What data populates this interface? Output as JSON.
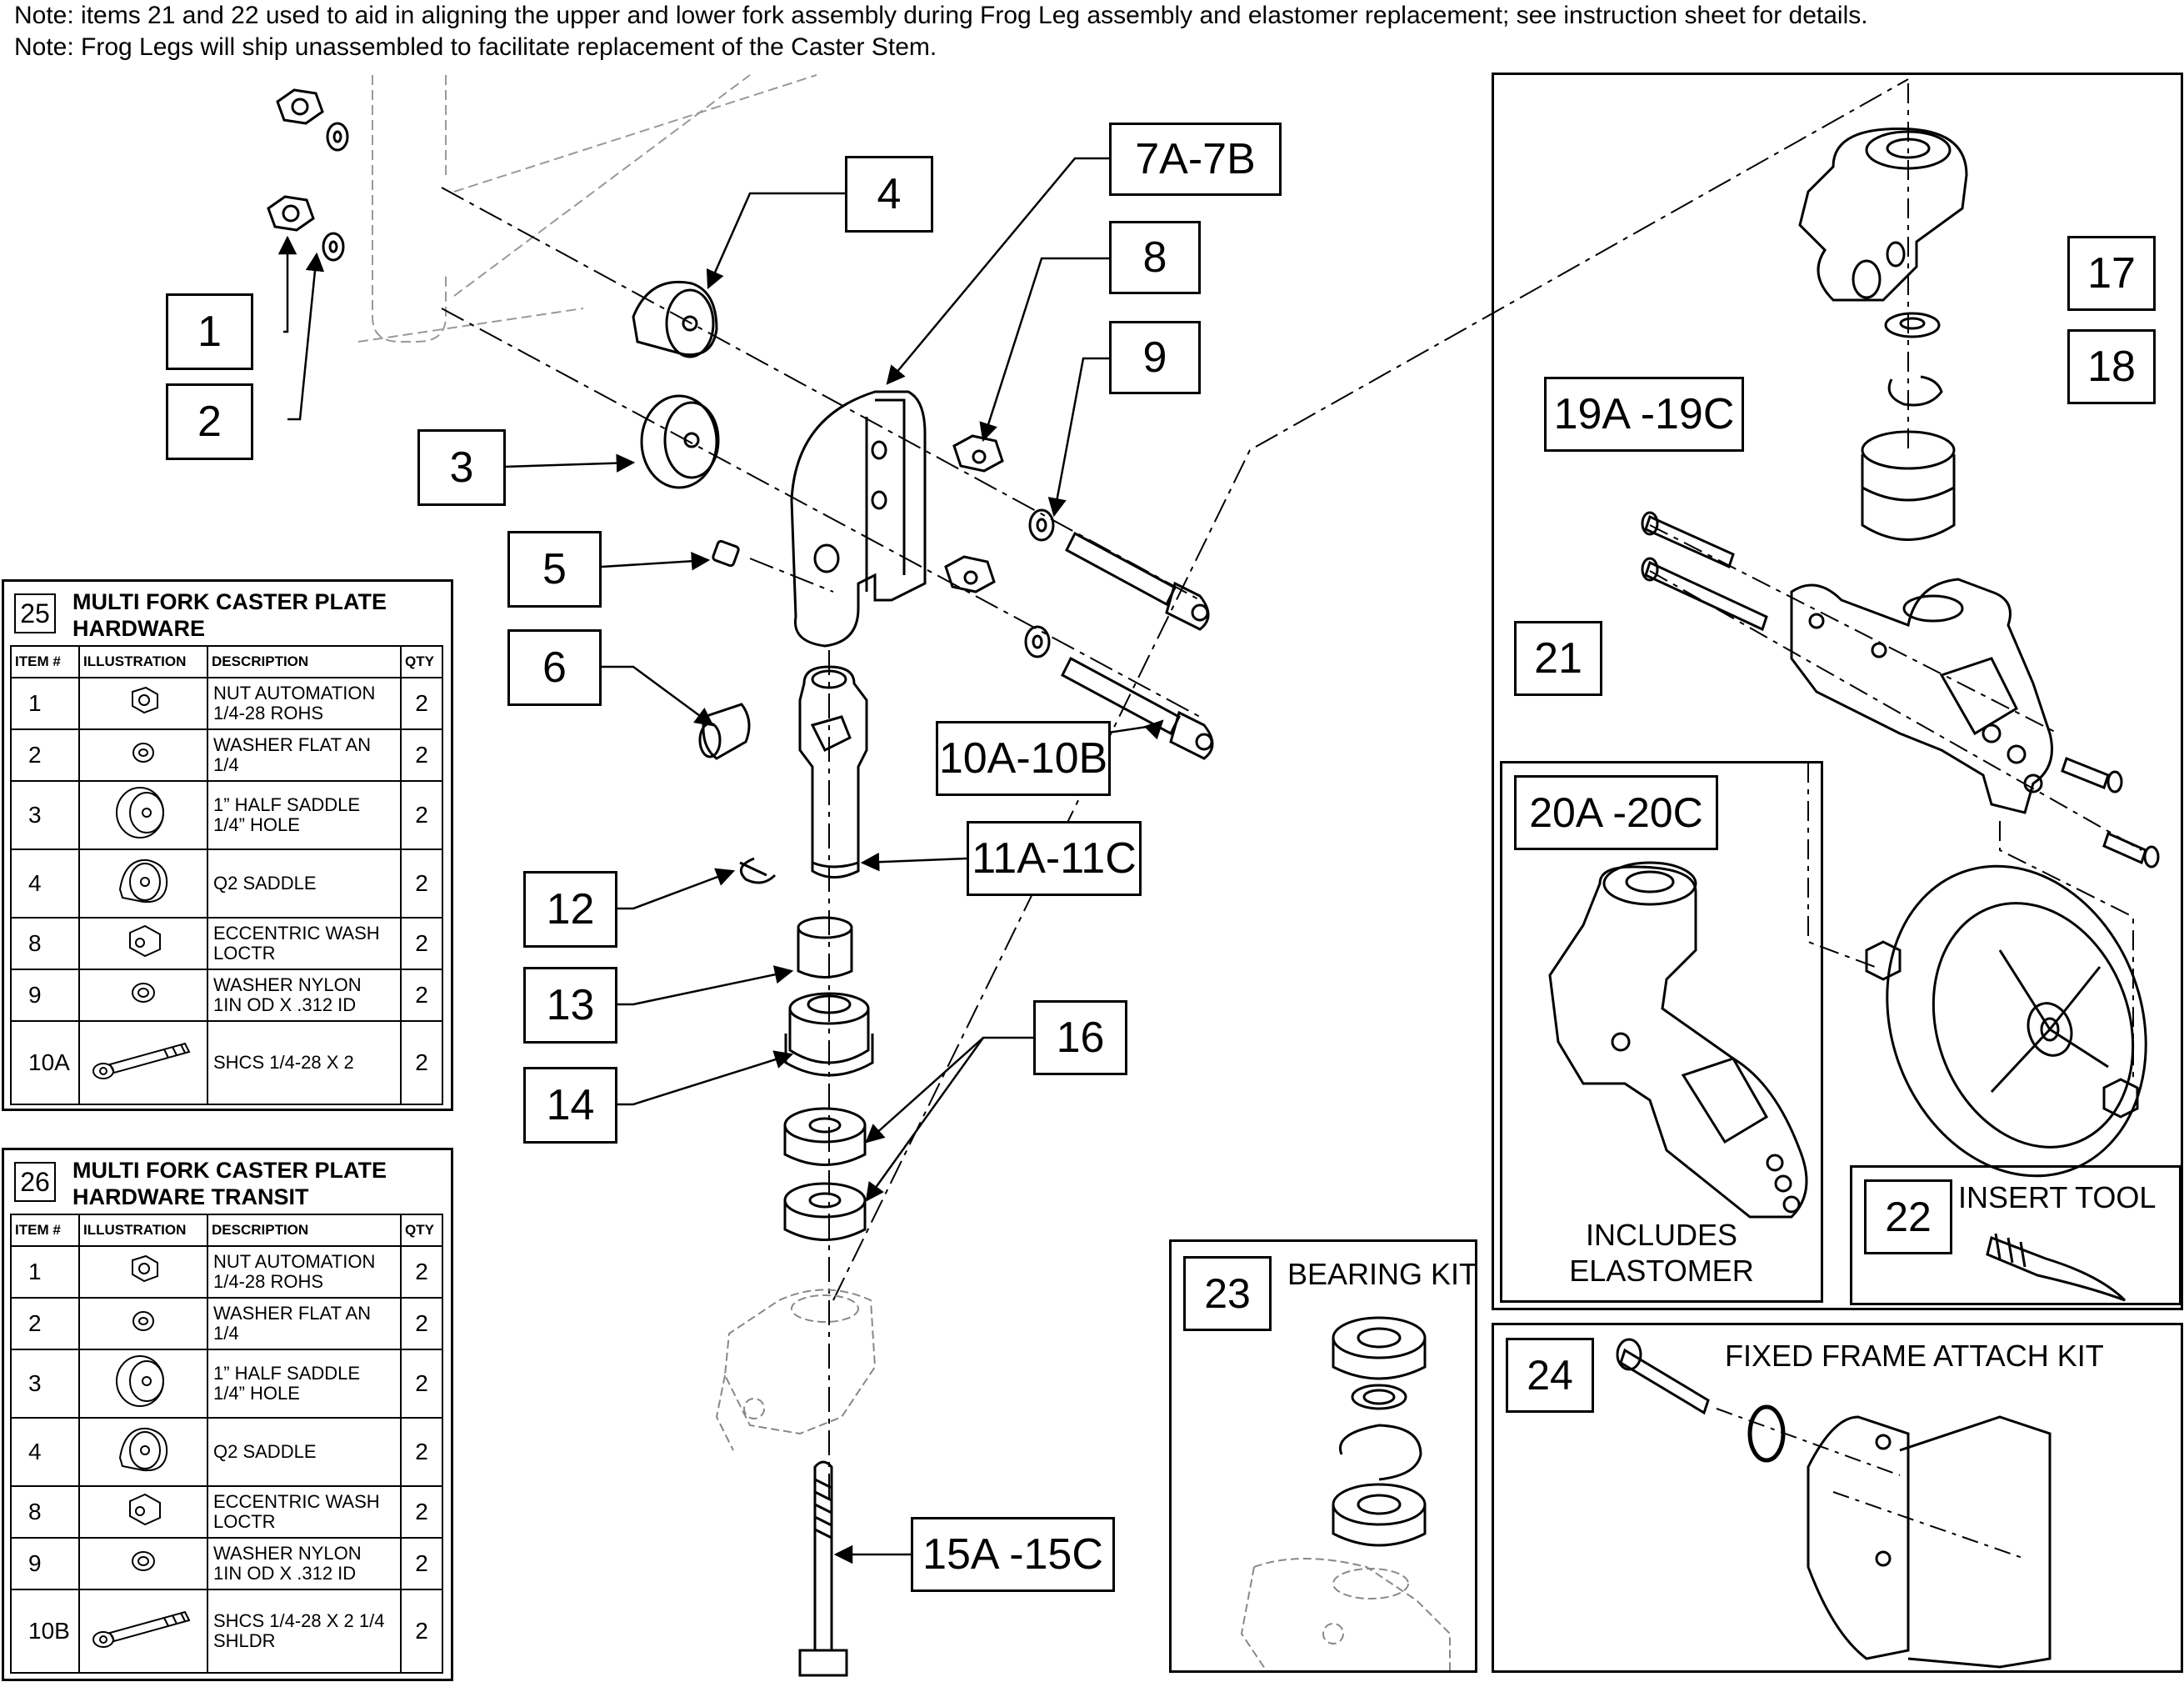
{
  "notes": [
    "Note: items 21 and 22 used to aid in aligning the upper and lower fork assembly during Frog Leg assembly and elastomer replacement; see instruction sheet for details.",
    "Note: Frog Legs will ship unassembled to facilitate replacement of the Caster Stem."
  ],
  "callouts": {
    "c1": "1",
    "c2": "2",
    "c3": "3",
    "c4": "4",
    "c5": "5",
    "c6": "6",
    "c7": "7A-7B",
    "c8": "8",
    "c9": "9",
    "c10": "10A-10B",
    "c11": "11A-11C",
    "c12": "12",
    "c13": "13",
    "c14": "14",
    "c15": "15A -15C",
    "c16": "16",
    "c17": "17",
    "c18": "18",
    "c19": "19A -19C",
    "c21": "21"
  },
  "panels": {
    "p20": {
      "number": "20A -20C",
      "label_line1": "INCLUDES",
      "label_line2": "ELASTOMER"
    },
    "p22": {
      "number": "22",
      "label": "INSERT TOOL"
    },
    "p23": {
      "number": "23",
      "label": "BEARING KIT"
    },
    "p24": {
      "number": "24",
      "label": "FIXED FRAME ATTACH KIT"
    }
  },
  "tables": [
    {
      "number": "25",
      "title_line1": "MULTI FORK CASTER PLATE",
      "title_line2": "HARDWARE",
      "headers": {
        "item": "ITEM #",
        "illustration": "ILLUSTRATION",
        "description": "DESCRIPTION",
        "qty": "QTY"
      },
      "rows": [
        {
          "item": "1",
          "icon": "nut-icon",
          "desc1": "NUT AUTOMATION",
          "desc2": "1/4-28 ROHS",
          "qty": "2"
        },
        {
          "item": "2",
          "icon": "washer-icon",
          "desc1": "WASHER FLAT AN",
          "desc2": "1/4",
          "qty": "2"
        },
        {
          "item": "3",
          "icon": "half-saddle-icon",
          "desc1": "1” HALF SADDLE",
          "desc2": "1/4” HOLE",
          "qty": "2"
        },
        {
          "item": "4",
          "icon": "q2-saddle-icon",
          "desc1": "Q2 SADDLE",
          "desc2": "",
          "qty": "2"
        },
        {
          "item": "8",
          "icon": "eccentric-washer-icon",
          "desc1": "ECCENTRIC WASH",
          "desc2": "LOCTR",
          "qty": "2"
        },
        {
          "item": "9",
          "icon": "nylon-washer-icon",
          "desc1": "WASHER NYLON",
          "desc2": "1IN OD X .312 ID",
          "qty": "2"
        },
        {
          "item": "10A",
          "icon": "bolt-icon",
          "desc1": "SHCS 1/4-28 X 2",
          "desc2": "",
          "qty": "2"
        }
      ]
    },
    {
      "number": "26",
      "title_line1": "MULTI FORK CASTER PLATE",
      "title_line2": "HARDWARE TRANSIT",
      "headers": {
        "item": "ITEM #",
        "illustration": "ILLUSTRATION",
        "description": "DESCRIPTION",
        "qty": "QTY"
      },
      "rows": [
        {
          "item": "1",
          "icon": "nut-icon",
          "desc1": "NUT AUTOMATION",
          "desc2": "1/4-28 ROHS",
          "qty": "2"
        },
        {
          "item": "2",
          "icon": "washer-icon",
          "desc1": "WASHER FLAT AN",
          "desc2": "1/4",
          "qty": "2"
        },
        {
          "item": "3",
          "icon": "half-saddle-icon",
          "desc1": "1” HALF SADDLE",
          "desc2": "1/4” HOLE",
          "qty": "2"
        },
        {
          "item": "4",
          "icon": "q2-saddle-icon",
          "desc1": "Q2 SADDLE",
          "desc2": "",
          "qty": "2"
        },
        {
          "item": "8",
          "icon": "eccentric-washer-icon",
          "desc1": "ECCENTRIC WASH",
          "desc2": "LOCTR",
          "qty": "2"
        },
        {
          "item": "9",
          "icon": "nylon-washer-icon",
          "desc1": "WASHER NYLON",
          "desc2": "1IN OD X .312 ID",
          "qty": "2"
        },
        {
          "item": "10B",
          "icon": "bolt-icon",
          "desc1": "SHCS 1/4-28 X 2 1/4",
          "desc2": "SHLDR",
          "qty": "2"
        }
      ]
    }
  ]
}
